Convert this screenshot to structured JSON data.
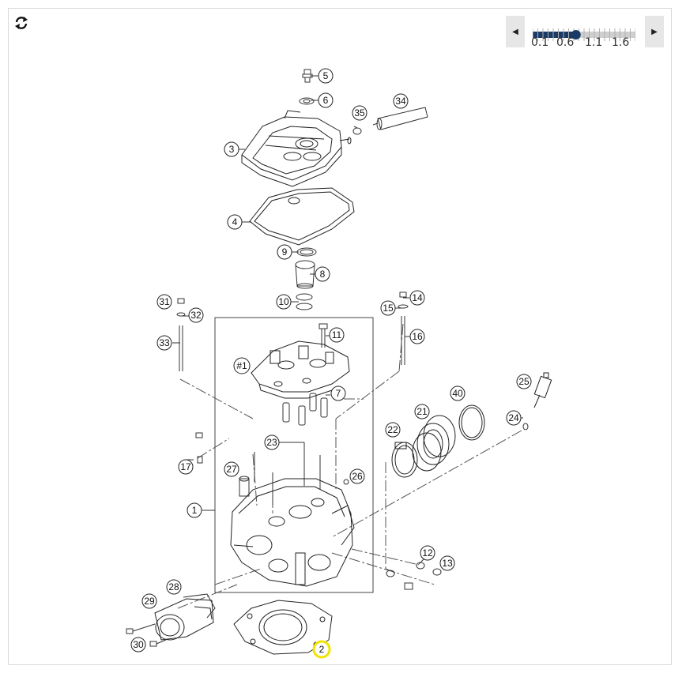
{
  "toolbar": {
    "refresh_icon": "refresh-icon"
  },
  "zoom": {
    "labels": [
      "0.1",
      "0.6",
      "1.1",
      "1.6"
    ],
    "min": 0.1,
    "max": 2.0,
    "value": 0.9,
    "left_icon": "caret-left-icon",
    "right_icon": "caret-right-icon",
    "left_glyph": "◀",
    "right_glyph": "▶"
  },
  "callouts": {
    "c1": "1",
    "c2": "2",
    "c3": "3",
    "c4": "4",
    "c5": "5",
    "c6": "6",
    "c7": "7",
    "c8": "8",
    "c9": "9",
    "c10": "10",
    "c11": "11",
    "c12": "12",
    "c13": "13",
    "c14": "14",
    "c15": "15",
    "c16": "16",
    "c17": "17",
    "c21": "21",
    "c22": "22",
    "c23": "23",
    "c24": "24",
    "c25": "25",
    "c26": "26",
    "c27": "27",
    "c28": "28",
    "c29": "29",
    "c30": "30",
    "c31": "31",
    "c32": "32",
    "c33": "33",
    "c34": "34",
    "c35": "35",
    "c40": "40",
    "cg1": "#1"
  },
  "colors": {
    "highlight": "#f2e300",
    "slider_fill": "#1b3a66",
    "slider_track": "#cfcfcf"
  }
}
